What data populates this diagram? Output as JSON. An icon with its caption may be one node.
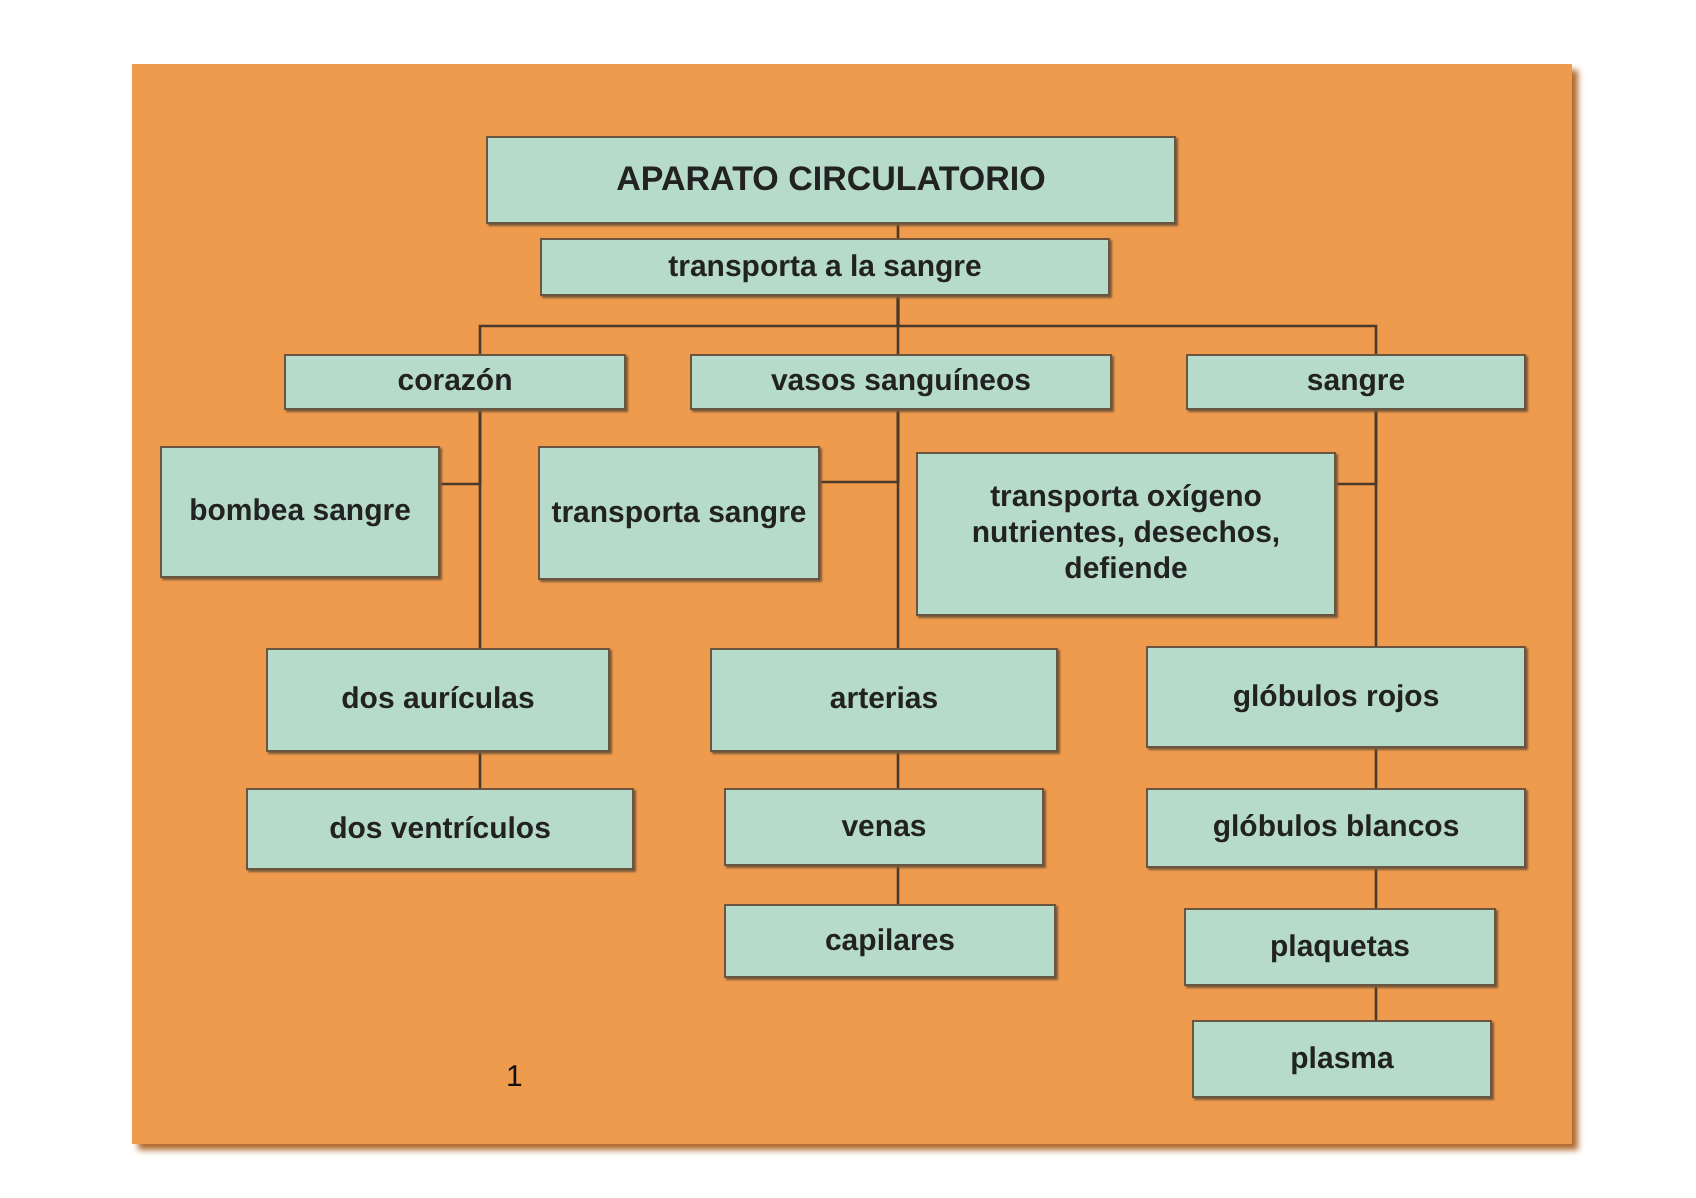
{
  "diagram": {
    "nodes": [
      {
        "text": [
          "APARATO CIRCULATORIO"
        ]
      },
      {
        "text": [
          "transporta a la sangre"
        ]
      },
      {
        "text": [
          "corazón"
        ]
      },
      {
        "text": [
          "vasos sanguíneos"
        ]
      },
      {
        "text": [
          "sangre"
        ]
      },
      {
        "text": [
          "bombea sangre"
        ]
      },
      {
        "text": [
          "transporta sangre"
        ]
      },
      {
        "text": [
          "transporta oxígeno nutrientes, desechos, defiende"
        ]
      },
      {
        "text": [
          "dos aurículas"
        ]
      },
      {
        "text": [
          "dos ventrículos"
        ]
      },
      {
        "text": [
          "arterias"
        ]
      },
      {
        "text": [
          "venas"
        ]
      },
      {
        "text": [
          "capilares"
        ]
      },
      {
        "text": [
          "glóbulos rojos"
        ]
      },
      {
        "text": [
          "glóbulos blancos"
        ]
      },
      {
        "text": [
          "plaquetas"
        ]
      },
      {
        "text": [
          "plasma"
        ]
      }
    ],
    "edges": [
      {
        "from": 0,
        "to": 1,
        "arrow": "none"
      },
      {
        "from": 1,
        "to": 2,
        "arrow": "none"
      },
      {
        "from": 1,
        "to": 3,
        "arrow": "none"
      },
      {
        "from": 1,
        "to": 4,
        "arrow": "none"
      },
      {
        "from": 2,
        "to": 5,
        "arrow": "none"
      },
      {
        "from": 2,
        "to": 8,
        "arrow": "none"
      },
      {
        "from": 8,
        "to": 9,
        "arrow": "none"
      },
      {
        "from": 3,
        "to": 6,
        "arrow": "none"
      },
      {
        "from": 3,
        "to": 10,
        "arrow": "none"
      },
      {
        "from": 10,
        "to": 11,
        "arrow": "none"
      },
      {
        "from": 11,
        "to": 12,
        "arrow": "none"
      },
      {
        "from": 4,
        "to": 7,
        "arrow": "none"
      },
      {
        "from": 4,
        "to": 13,
        "arrow": "none"
      },
      {
        "from": 13,
        "to": 14,
        "arrow": "none"
      },
      {
        "from": 14,
        "to": 15,
        "arrow": "none"
      },
      {
        "from": 15,
        "to": 16,
        "arrow": "none"
      }
    ],
    "labels": [
      "1"
    ]
  }
}
